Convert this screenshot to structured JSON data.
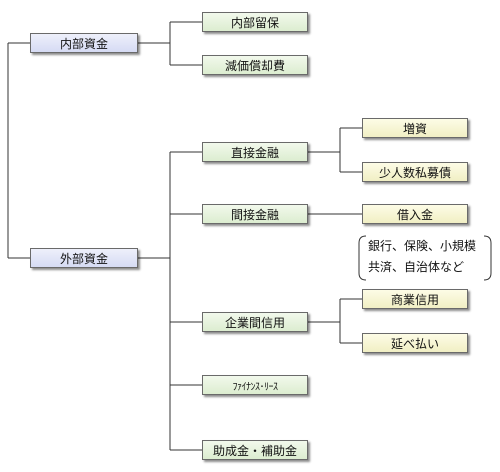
{
  "nodes": {
    "internal_funds": "内部資金",
    "retained_earnings": "内部留保",
    "depreciation": "減価償却費",
    "external_funds": "外部資金",
    "direct_finance": "直接金融",
    "capital_increase": "増資",
    "private_placement": "少人数私募債",
    "indirect_finance": "間接金融",
    "borrowing": "借入金",
    "trade_credit": "企業間信用",
    "commercial_credit": "商業信用",
    "deferred_payment": "延べ払い",
    "finance_lease": "ﾌｧｲﾅﾝｽ･ﾘｰｽ",
    "subsidies": "助成金・補助金"
  },
  "note": {
    "line1": "銀行、保険、小規模",
    "line2": "共済、自治体など"
  }
}
